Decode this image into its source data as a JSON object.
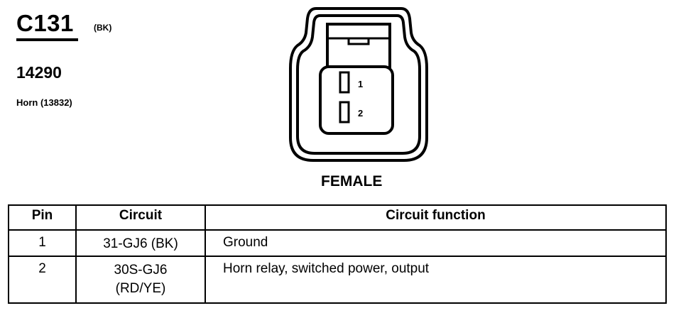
{
  "connector": {
    "id": "C131",
    "color": "(BK)",
    "part_number": "14290",
    "description": "Horn (13832)",
    "gender": "FEMALE",
    "pin_labels": [
      "1",
      "2"
    ]
  },
  "table": {
    "headers": {
      "pin": "Pin",
      "circuit": "Circuit",
      "function": "Circuit function"
    },
    "rows": [
      {
        "pin": "1",
        "circuit": [
          "31-GJ6 (BK)"
        ],
        "function": "Ground"
      },
      {
        "pin": "2",
        "circuit": [
          "30S-GJ6",
          "(RD/YE)"
        ],
        "function": "Horn relay, switched power, output"
      }
    ]
  }
}
